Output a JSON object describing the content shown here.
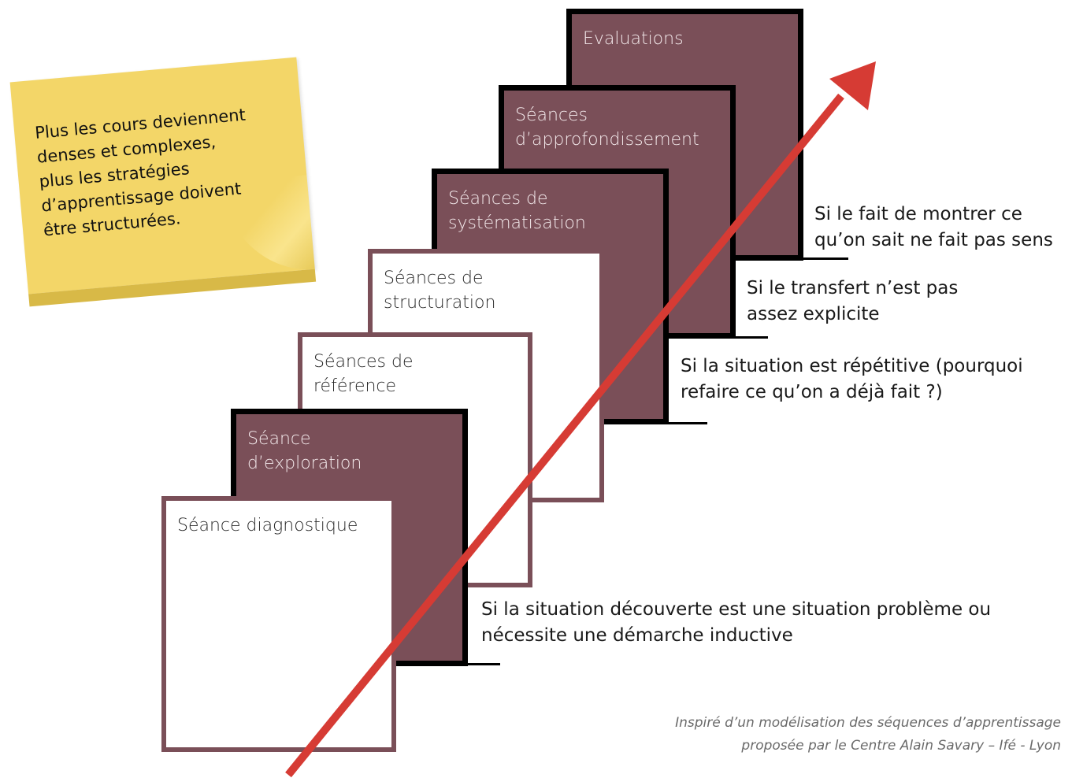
{
  "postit": {
    "text": "Plus les cours deviennent\ndenses et complexes,\nplus les stratégies\nd’apprentissage doivent\nêtre structurées."
  },
  "cards": {
    "evaluations": "Evaluations",
    "approfondissement": "Séances\nd’approfondissement",
    "systematisation": "Séances de\nsystématisation",
    "structuration": "Séances de\nstructuration",
    "reference": "Séances de\nréférence",
    "exploration": "Séance\nd’exploration",
    "diagnostique": "Séance diagnostique"
  },
  "notes": {
    "sens": "Si le fait de montrer ce\nqu’on sait ne fait pas sens",
    "transfert": "Si le transfert n’est pas\nassez explicite",
    "repetitive": "Si la situation est répétitive (pourquoi\nrefaire ce qu’on a déjà fait ?)",
    "decouverte": "Si la situation découverte est une situation problème ou\nnécessite une démarche inductive"
  },
  "credit": "Inspiré d’un modélisation des séquences d’apprentissage\nproposée par le Centre Alain Savary – Ifé - Lyon",
  "colors": {
    "card_dark": "#7a4f58",
    "card_border_dark": "#000000",
    "card_border_light": "#7a4f58",
    "arrow": "#d63b34",
    "postit": "#f3d668"
  }
}
